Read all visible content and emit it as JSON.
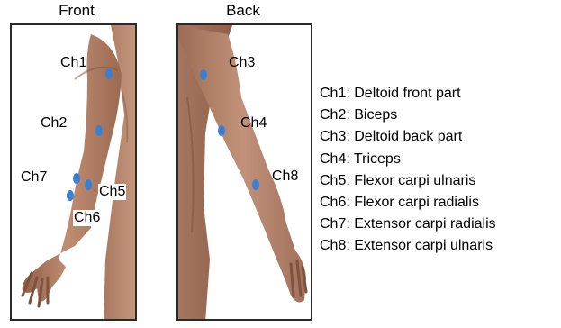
{
  "views": {
    "front_title": "Front",
    "back_title": "Back"
  },
  "channels": {
    "ch1": "Ch1",
    "ch2": "Ch2",
    "ch3": "Ch3",
    "ch4": "Ch4",
    "ch5": "Ch5",
    "ch6": "Ch6",
    "ch7": "Ch7",
    "ch8": "Ch8"
  },
  "legend": [
    "Ch1: Deltoid front part",
    "Ch2: Biceps",
    "Ch3: Deltoid back part",
    "Ch4: Triceps",
    "Ch5: Flexor carpi ulnaris",
    "Ch6: Flexor carpi radialis",
    "Ch7: Extensor carpi radialis",
    "Ch8: Extensor carpi ulnaris"
  ],
  "colors": {
    "skin": "#b9856a",
    "skin_shadow": "#8c5f48",
    "electrode": "#3a7fd0",
    "frame": "#2a2a2a"
  }
}
